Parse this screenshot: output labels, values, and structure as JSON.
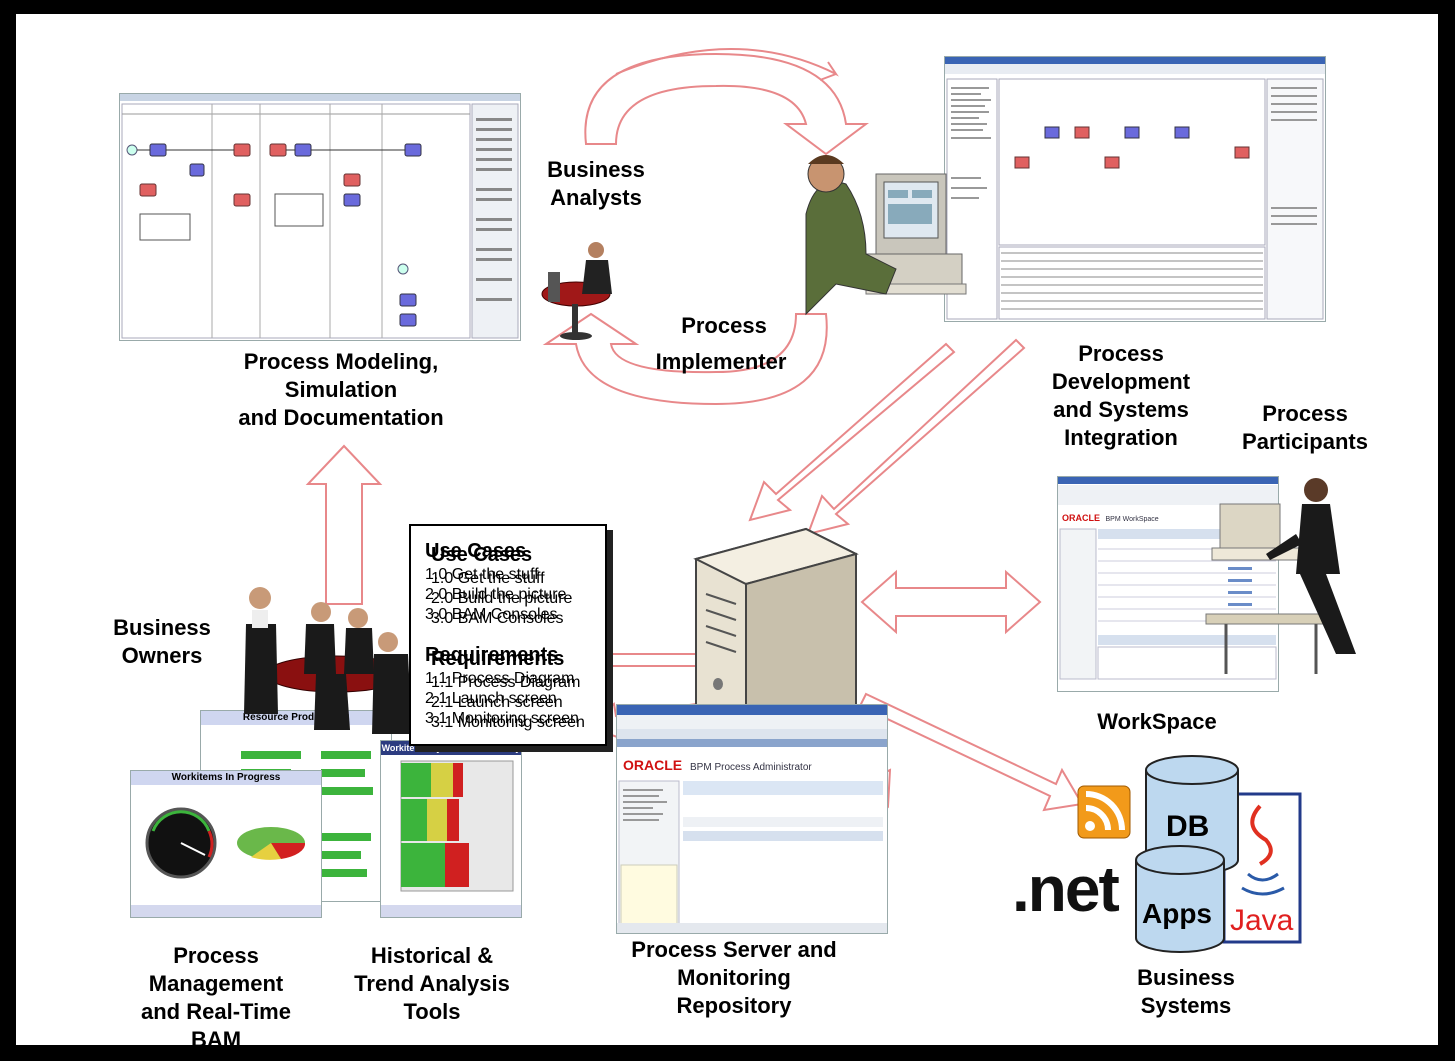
{
  "labels": {
    "modeling": "Process Modeling,\nSimulation\nand Documentation",
    "analysts": "Business\nAnalysts",
    "implementer_1": "Process",
    "implementer_2": "Implementer",
    "development": "Process\nDevelopment\nand Systems\nIntegration",
    "participants": "Process\nParticipants",
    "owners": "Business\nOwners",
    "workspace": "WorkSpace",
    "bam": "Process\nManagement\nand Real-Time\nBAM",
    "historical": "Historical &\nTrend Analysis\nTools",
    "server": "Process Server and\nMonitoring\nRepository",
    "systems": "Business\nSystems"
  },
  "use_cases": {
    "heading": "Use Cases",
    "items": [
      "1.0 Get the stuff",
      "2.0 Build the picture",
      "3.0 BAM Consoles"
    ],
    "req_heading": "Requirements",
    "req_items": [
      "1.1 Process Diagram",
      "2.1 Launch screen",
      "3.1 Monitoring screen"
    ]
  },
  "screens": {
    "admin_brand": "ORACLE",
    "admin_title": "BPM Process Administrator",
    "workspace_brand": "ORACLE",
    "workspace_title": "BPM WorkSpace",
    "bam_title_1": "Workitems In Progress",
    "bam_title_2": "Workitems By Team And Priority",
    "bam_title_3": "Resource Productivity"
  },
  "systems": {
    "db": "DB",
    "apps": "Apps",
    "net": ".net",
    "java": "Java"
  },
  "colors": {
    "arrow_stroke": "#e8888a",
    "oracle_red": "#d01010",
    "db_fill": "#bdd8ef"
  }
}
